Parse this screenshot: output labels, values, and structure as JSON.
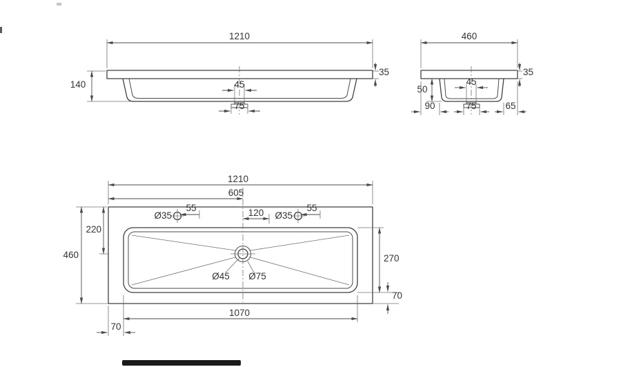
{
  "drawing": {
    "background": "#ffffff",
    "line_color": "#4a4a4a",
    "text_color": "#333333"
  },
  "front_view": {
    "width": "1210",
    "thickness": "35",
    "height": "140",
    "drain_width": "45",
    "flange_width": "75"
  },
  "side_view": {
    "depth": "460",
    "thickness": "35",
    "basin_depth": "50",
    "front_offset": "90",
    "drain_width": "45",
    "flange_width": "75",
    "back_offset": "65"
  },
  "plan_view": {
    "width": "1210",
    "half_width": "605",
    "hole_left_dia": "Ø35",
    "hole_left_offset": "55",
    "hole_gap": "120",
    "hole_right_dia": "Ø35",
    "hole_right_offset": "55",
    "top_to_drain": "220",
    "depth": "460",
    "basin_depth": "270",
    "rim_right": "70",
    "basin_width": "1070",
    "rim_left": "70",
    "drain_dia": "Ø45",
    "flange_dia": "Ø75"
  }
}
